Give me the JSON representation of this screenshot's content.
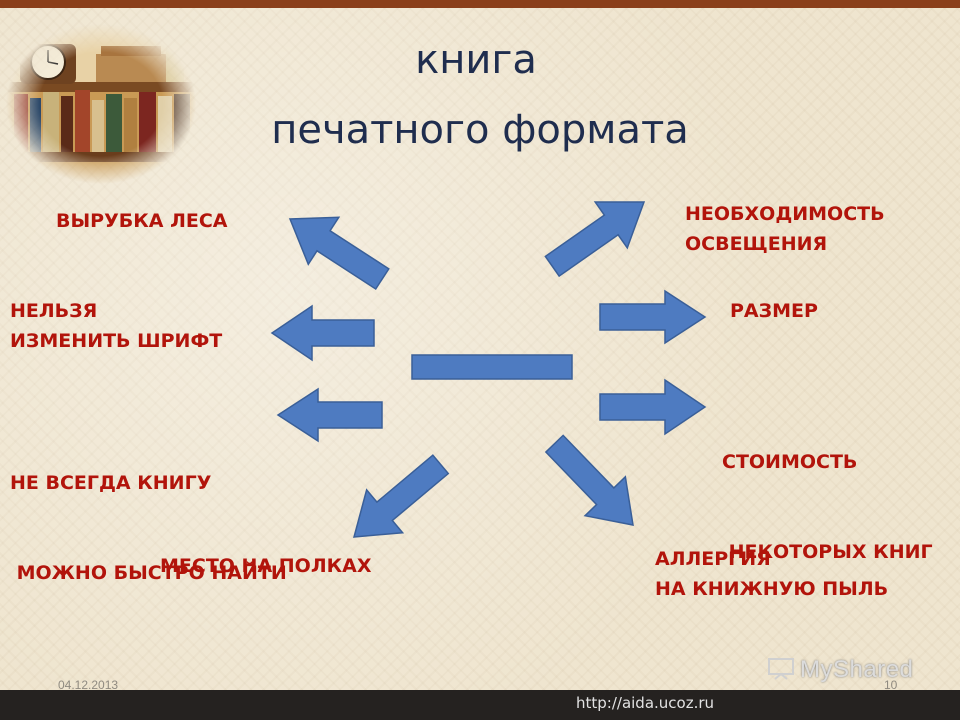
{
  "title": {
    "line1": "книга",
    "line2": "печатного формата"
  },
  "left_labels": [
    {
      "id": "vyrubka",
      "lines": [
        "ВЫРУБКА  ЛЕСА"
      ]
    },
    {
      "id": "shrift",
      "lines": [
        "НЕЛЬЗЯ",
        "ИЗМЕНИТЬ ШРИФТ"
      ]
    },
    {
      "id": "nayti",
      "lines": [
        "НЕ ВСЕГДА КНИГУ",
        " МОЖНО БЫСТРО НАЙТИ"
      ]
    },
    {
      "id": "mesto",
      "lines": [
        "МЕСТО НА ПОЛКАХ"
      ]
    }
  ],
  "right_labels": [
    {
      "id": "osveshchenie",
      "lines": [
        "НЕОБХОДИМОСТЬ",
        "ОСВЕЩЕНИЯ"
      ]
    },
    {
      "id": "razmer",
      "lines": [
        "РАЗМЕР"
      ]
    },
    {
      "id": "stoimost",
      "lines": [
        "СТОИМОСТЬ",
        " НЕКОТОРЫХ КНИГ"
      ]
    },
    {
      "id": "allergiya",
      "lines": [
        "АЛЛЕРГИЯ",
        "НА КНИЖНУЮ ПЫЛЬ"
      ]
    }
  ],
  "footer": {
    "date": "04.12.2013",
    "page": "10"
  },
  "watermark": {
    "brand": "MyShared",
    "url": "http://aida.ucoz.ru"
  },
  "colors": {
    "arrow_fill": "#4e7bc1",
    "arrow_stroke": "#3a5f98",
    "label": "#b2140b",
    "title": "#1f2d4e"
  }
}
